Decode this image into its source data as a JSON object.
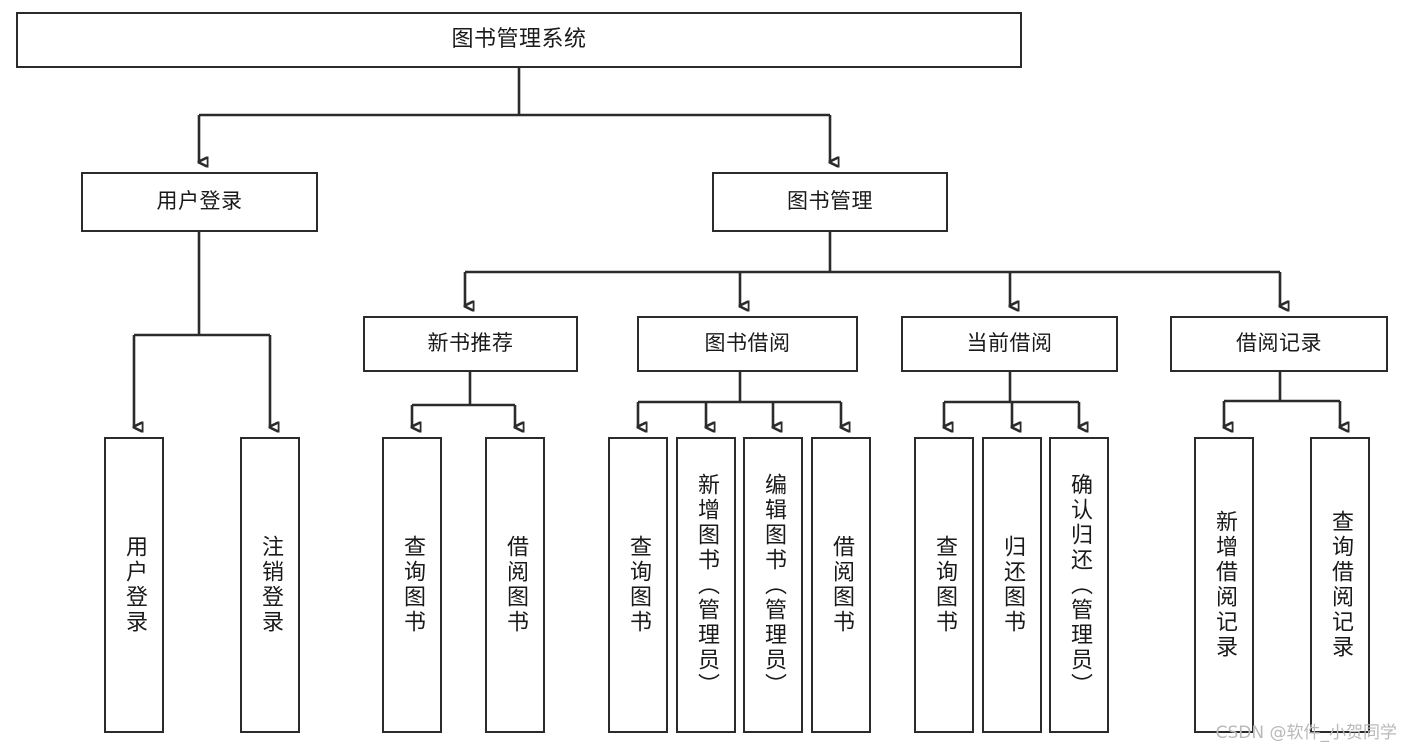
{
  "diagram": {
    "type": "tree",
    "title": "图书管理系统",
    "watermark": "CSDN @软件_小贺同学",
    "colors": {
      "stroke": "#2b2b2b",
      "fill": "#ffffff",
      "text": "#1a1a1a",
      "watermark": "#b9b9b9"
    },
    "nodes": {
      "root": {
        "label": "图书管理系统",
        "orientation": "horizontal"
      },
      "l2": [
        {
          "label": "用户登录",
          "orientation": "horizontal"
        },
        {
          "label": "图书管理",
          "orientation": "horizontal"
        }
      ],
      "l3": [
        {
          "label": "新书推荐",
          "orientation": "horizontal"
        },
        {
          "label": "图书借阅",
          "orientation": "horizontal"
        },
        {
          "label": "当前借阅",
          "orientation": "horizontal"
        },
        {
          "label": "借阅记录",
          "orientation": "horizontal"
        }
      ],
      "leaves_user_login": [
        {
          "label": "用户登录",
          "orientation": "vertical"
        },
        {
          "label": "注销登录",
          "orientation": "vertical"
        }
      ],
      "leaves_new_book": [
        {
          "label": "查询图书",
          "orientation": "vertical"
        },
        {
          "label": "借阅图书",
          "orientation": "vertical"
        }
      ],
      "leaves_borrow": [
        {
          "label": "查询图书",
          "orientation": "vertical"
        },
        {
          "label": "新增图书（管理员）",
          "orientation": "vertical"
        },
        {
          "label": "编辑图书（管理员）",
          "orientation": "vertical"
        },
        {
          "label": "借阅图书",
          "orientation": "vertical"
        }
      ],
      "leaves_current": [
        {
          "label": "查询图书",
          "orientation": "vertical"
        },
        {
          "label": "归还图书",
          "orientation": "vertical"
        },
        {
          "label": "确认归还（管理员）",
          "orientation": "vertical"
        }
      ],
      "leaves_records": [
        {
          "label": "新增借阅记录",
          "orientation": "vertical"
        },
        {
          "label": "查询借阅记录",
          "orientation": "vertical"
        }
      ]
    },
    "edges": [
      {
        "from": "图书管理系统",
        "to": "用户登录"
      },
      {
        "from": "图书管理系统",
        "to": "图书管理"
      },
      {
        "from": "用户登录",
        "to": "用户登录(叶)"
      },
      {
        "from": "用户登录",
        "to": "注销登录"
      },
      {
        "from": "图书管理",
        "to": "新书推荐"
      },
      {
        "from": "图书管理",
        "to": "图书借阅"
      },
      {
        "from": "图书管理",
        "to": "当前借阅"
      },
      {
        "from": "图书管理",
        "to": "借阅记录"
      },
      {
        "from": "新书推荐",
        "to": "查询图书"
      },
      {
        "from": "新书推荐",
        "to": "借阅图书"
      },
      {
        "from": "图书借阅",
        "to": "查询图书"
      },
      {
        "from": "图书借阅",
        "to": "新增图书（管理员）"
      },
      {
        "from": "图书借阅",
        "to": "编辑图书（管理员）"
      },
      {
        "from": "图书借阅",
        "to": "借阅图书"
      },
      {
        "from": "当前借阅",
        "to": "查询图书"
      },
      {
        "from": "当前借阅",
        "to": "归还图书"
      },
      {
        "from": "当前借阅",
        "to": "确认归还（管理员）"
      },
      {
        "from": "借阅记录",
        "to": "新增借阅记录"
      },
      {
        "from": "借阅记录",
        "to": "查询借阅记录"
      }
    ]
  }
}
